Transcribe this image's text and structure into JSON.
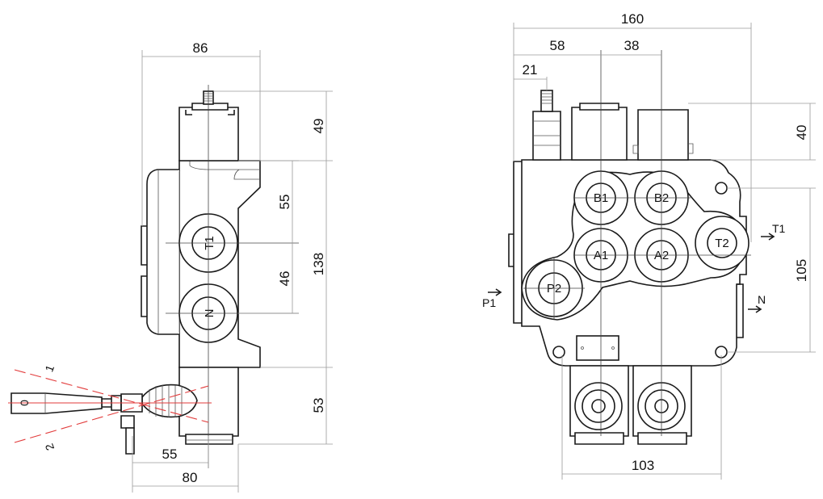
{
  "side_view": {
    "dims": {
      "width_top": "86",
      "height_top": "49",
      "spacing_upper": "55",
      "spacing_lower": "46",
      "body_height": "138",
      "lever_height": "53",
      "lever_offset": "55",
      "lever_width": "80"
    },
    "ports": {
      "upper": "T1",
      "lower": "N"
    },
    "lever_positions": {
      "neutral": "0",
      "pos1": "1",
      "pos2": "2"
    }
  },
  "front_view": {
    "dims": {
      "total_width": "160",
      "offset_a": "58",
      "offset_b": "38",
      "inlet_offset": "21",
      "top_height": "40",
      "mount_height": "105",
      "bottom_width": "103"
    },
    "ports": {
      "b1": "B1",
      "b2": "B2",
      "a1": "A1",
      "a2": "A2",
      "t2": "T2",
      "p2": "P2"
    },
    "arrows": {
      "p1": "P1",
      "t1": "T1",
      "n": "N"
    }
  },
  "colors": {
    "outline": "#1a1a1a",
    "dimension": "#9a9a9a",
    "lever_range": "#e23b3b"
  }
}
